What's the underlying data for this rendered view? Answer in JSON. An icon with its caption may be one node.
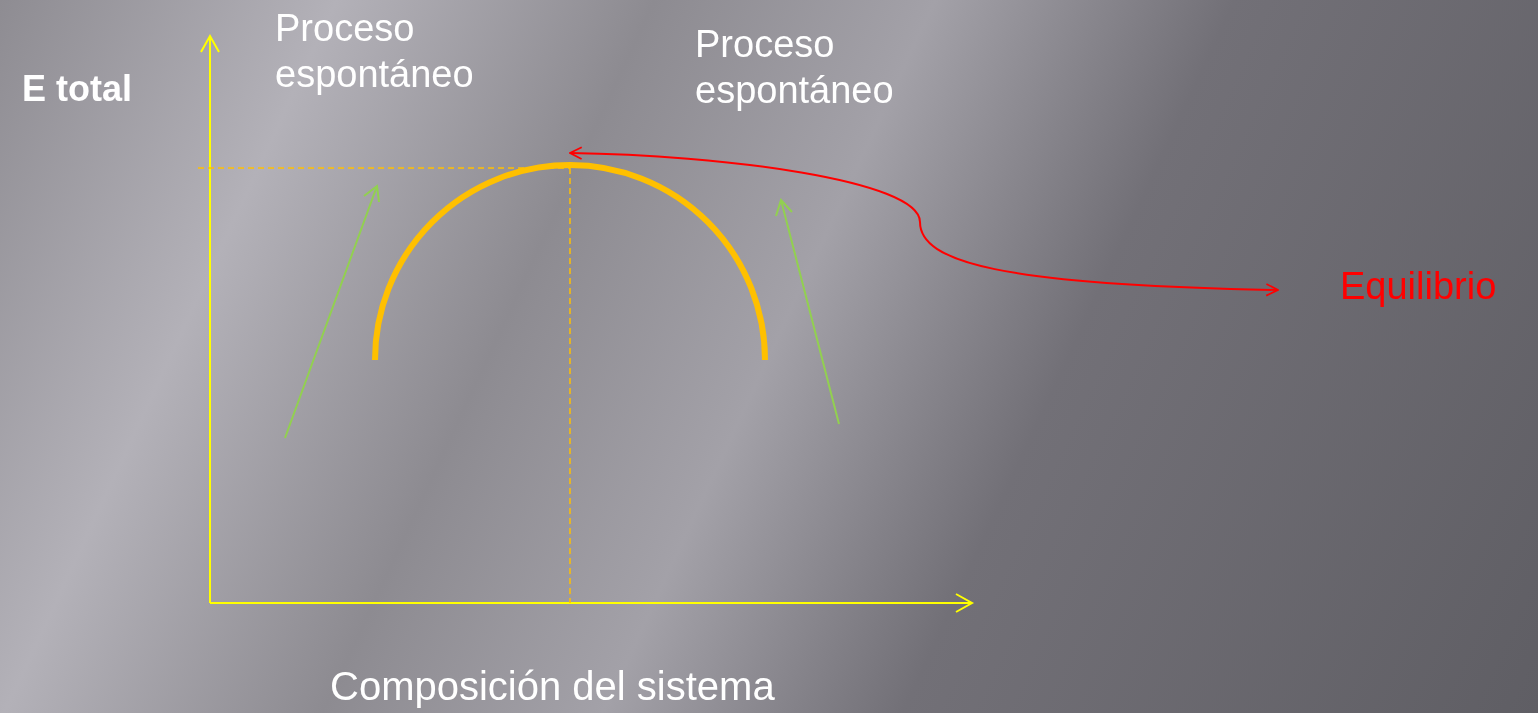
{
  "diagram": {
    "nodes": [
      {
        "text": [
          "Proceso espontáneo"
        ]
      },
      {
        "text": [
          "Proceso espontáneo"
        ]
      },
      {
        "text": [
          "Equilibrio"
        ]
      },
      {
        "text": [],
        "shape": "arc"
      }
    ],
    "edges": [
      {
        "from": 2,
        "to": 3,
        "arrow": "both",
        "color": "#ff0000"
      }
    ],
    "labels": [
      "E total",
      "Composición del sistema"
    ]
  }
}
